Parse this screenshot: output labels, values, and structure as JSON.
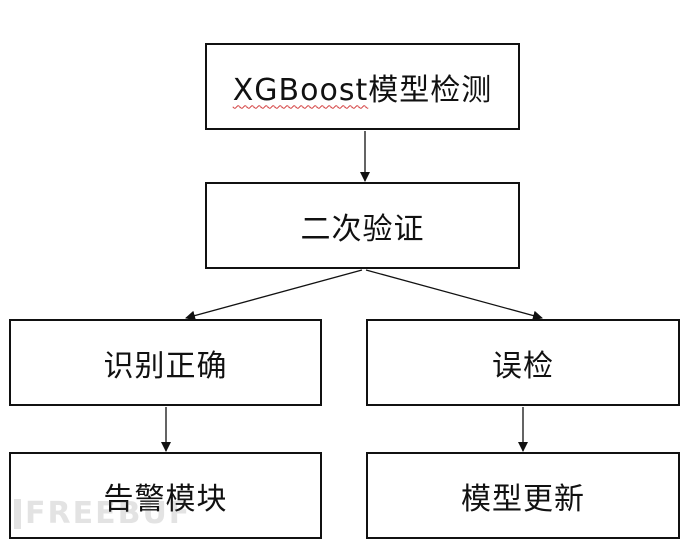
{
  "diagram": {
    "nodes": {
      "xgboost_detection": {
        "prefix": "XGBoost",
        "suffix": "模型检测"
      },
      "secondary_verification": {
        "label": "二次验证"
      },
      "correct_identification": {
        "label": "识别正确"
      },
      "false_detection": {
        "label": "误检"
      },
      "alert_module": {
        "label": "告警模块"
      },
      "model_update": {
        "label": "模型更新"
      }
    }
  },
  "watermark": {
    "text": "FREEBUF"
  },
  "colors": {
    "stroke": "#111111",
    "spellcheck_underline": "#d23a3a"
  }
}
